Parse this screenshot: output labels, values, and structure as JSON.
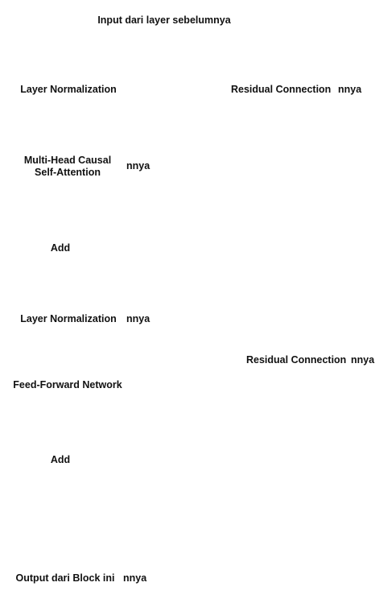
{
  "nodes": {
    "input": "Input dari layer sebelumnya",
    "norm1": "Layer Normalization",
    "residual1": "Residual Connection",
    "attention": "Multi-Head Causal Self-Attention",
    "add1": "Add",
    "norm2": "Layer Normalization",
    "residual2": "Residual Connection",
    "ffn": "Feed-Forward Network",
    "add2": "Add",
    "output": "Output dari Block ini"
  },
  "fragments": {
    "f1": "nnya",
    "f2": "nnya",
    "f3": "nnya",
    "f4": "nnya",
    "f5": "nnya"
  }
}
